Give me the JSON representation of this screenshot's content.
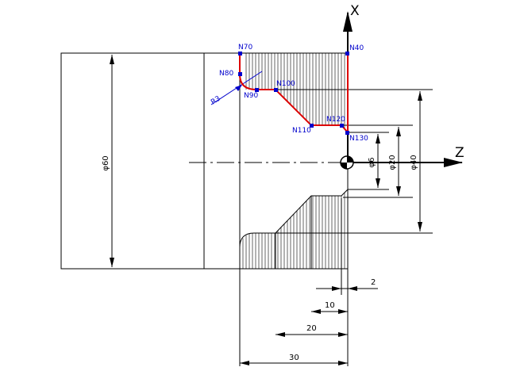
{
  "axes": {
    "x_label": "X",
    "z_label": "Z"
  },
  "points": [
    {
      "id": "n70",
      "label": "N70"
    },
    {
      "id": "n80",
      "label": "N80"
    },
    {
      "id": "n90",
      "label": "N90"
    },
    {
      "id": "n100",
      "label": "N100"
    },
    {
      "id": "n110",
      "label": "N110"
    },
    {
      "id": "n120",
      "label": "N120"
    },
    {
      "id": "n130",
      "label": "N130"
    },
    {
      "id": "n40",
      "label": "N40"
    }
  ],
  "radius_label": "R3",
  "diameters": {
    "d60": "φ60",
    "d40": "φ40",
    "d20": "φ20",
    "d6": "φ6"
  },
  "lengths": {
    "l2": "2",
    "l10": "10",
    "l20": "20",
    "l30": "30"
  },
  "colors": {
    "tool_path": "#dd0000",
    "points": "#0000cc",
    "lines": "#000000"
  }
}
